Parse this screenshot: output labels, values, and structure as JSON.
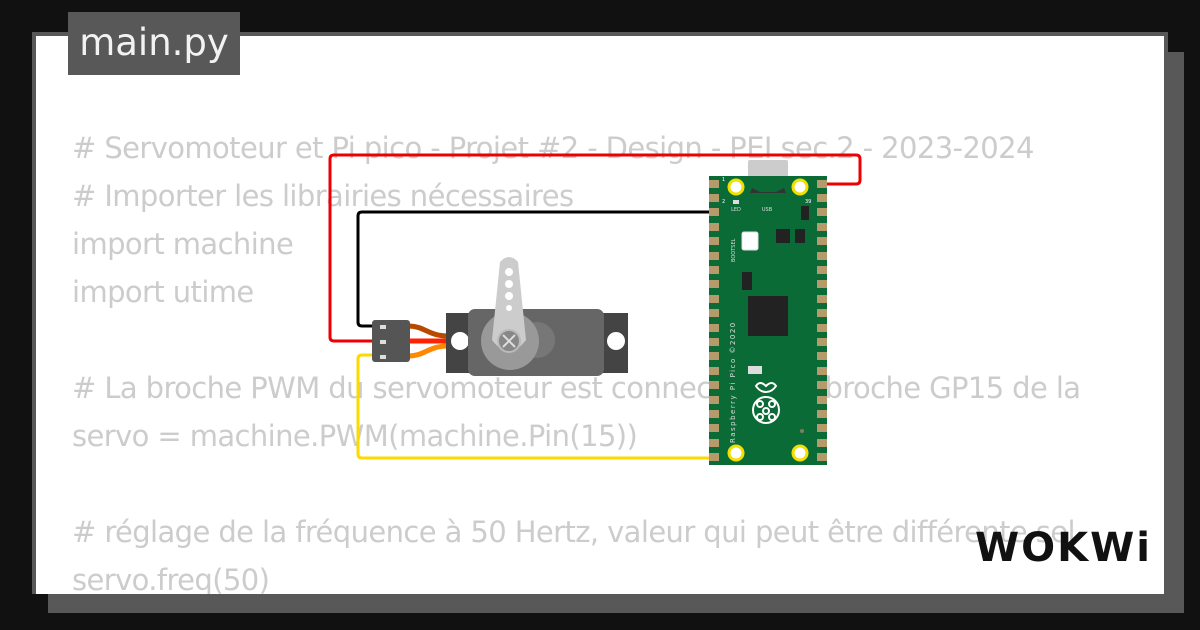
{
  "file_tab": {
    "label": "main.py"
  },
  "code_lines": [
    "# Servomoteur et Pi pico - Projet #2 - Design - PEI sec.2 - 2023-2024",
    "# Importer les librairies nécessaires",
    "import machine",
    "import utime",
    "",
    "# La broche PWM du servomoteur est connectée à la broche GP15 de la",
    "servo = machine.PWM(machine.Pin(15))",
    "",
    "# réglage de la fréquence à 50 Hertz, valeur qui peut être différente sel",
    "servo.freq(50)"
  ],
  "diagram": {
    "components": [
      {
        "type": "servo",
        "label": "Servo"
      },
      {
        "type": "raspberry-pi-pico",
        "labels": {
          "led": "LED",
          "usb": "USB",
          "bootsel": "BOOTSEL",
          "board": "Raspberry Pi Pico ©2020",
          "pin1": "1",
          "pin2": "2",
          "pin39": "39"
        }
      }
    ],
    "wire_colors": {
      "power": "#ee0000",
      "ground": "#000000",
      "signal": "#ffd800",
      "servo_brown": "#b84a00",
      "servo_red": "#ff2200",
      "servo_orange": "#ff8800"
    },
    "board_color": "#0b6b37"
  },
  "brand": {
    "logo_text": "WOKWi"
  }
}
